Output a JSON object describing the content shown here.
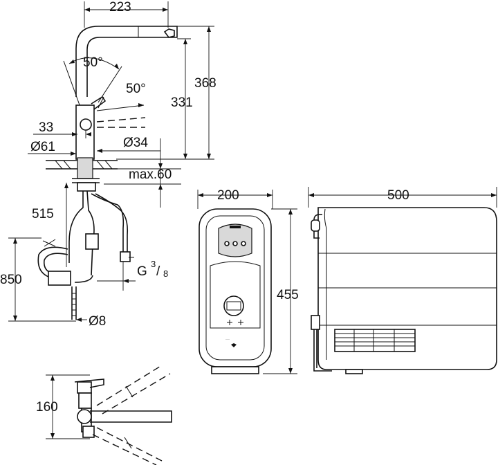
{
  "dimensions": {
    "faucet_width": "223",
    "swivel_angle_left": "50°",
    "swivel_angle_right": "50°",
    "total_height": "368",
    "spout_height": "331",
    "handle_offset": "33",
    "base_diameter": "Ø61",
    "hole_diameter": "Ø34",
    "max_thickness": "max.60",
    "hose_length_515": "515",
    "hose_length_850": "850",
    "connection_thread": "G",
    "thread_sup": "3",
    "thread_sub": "8",
    "pipe_diameter": "Ø8",
    "pullout_160": "160",
    "boiler_width": "200",
    "boiler_height": "455",
    "chiller_width": "500"
  }
}
